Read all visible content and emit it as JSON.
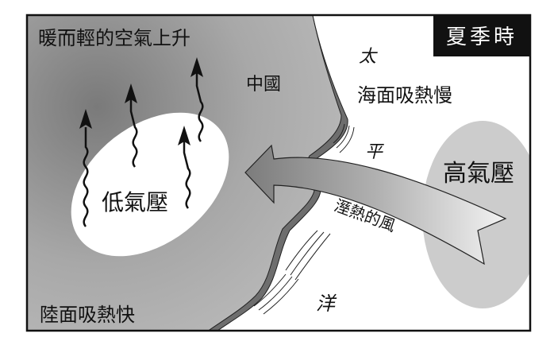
{
  "season_label": "夏季時",
  "land": {
    "rising_air": "暖而輕的空氣上升",
    "country": "中國",
    "low_pressure": "低氣壓",
    "land_heating": "陸面吸熱快"
  },
  "ocean": {
    "name_chars": [
      "太",
      "平",
      "洋"
    ],
    "sea_heating": "海面吸熱慢",
    "high_pressure": "高氣壓"
  },
  "wind_label": "溼熱的風",
  "colors": {
    "land": "#9a9a9a",
    "coast": "#6e6e6e",
    "high_pressure": "#cccccc",
    "title_bg": "#111111"
  }
}
